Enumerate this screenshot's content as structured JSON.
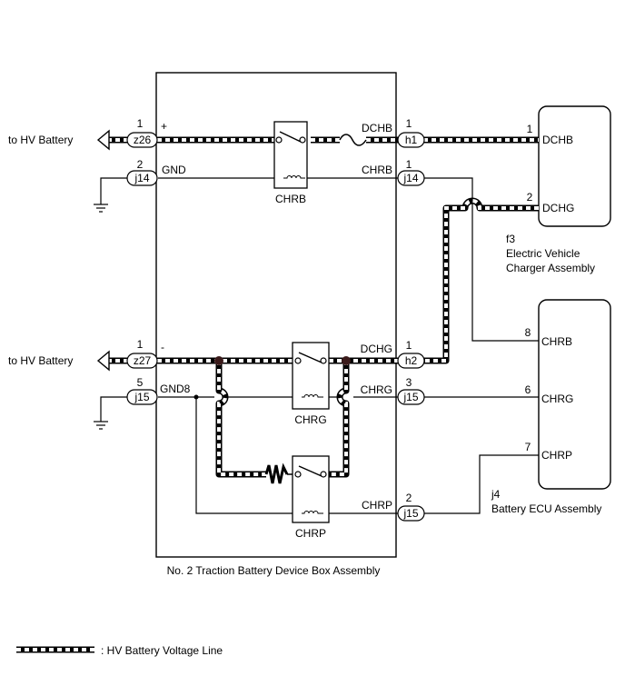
{
  "left_terminals": {
    "top": {
      "label": "to HV Battery",
      "pin": "1",
      "conn": "z26",
      "signal": "+"
    },
    "gnd_top": {
      "pin": "2",
      "conn": "j14",
      "signal": "GND"
    },
    "bottom": {
      "label": "to HV Battery",
      "pin": "1",
      "conn": "z27",
      "signal": "-"
    },
    "gnd_bottom": {
      "pin": "5",
      "conn": "j15",
      "signal": "GND8"
    }
  },
  "relays": {
    "chrb": "CHRB",
    "chrg": "CHRG",
    "chrp": "CHRP"
  },
  "device_box": {
    "name": "No. 2 Traction Battery Device Box Assembly",
    "right_pins": [
      {
        "signal": "DCHB",
        "pin": "1",
        "conn": "h1"
      },
      {
        "signal": "CHRB",
        "pin": "1",
        "conn": "j14"
      },
      {
        "signal": "DCHG",
        "pin": "1",
        "conn": "h2"
      },
      {
        "signal": "CHRG",
        "pin": "3",
        "conn": "j15"
      },
      {
        "signal": "CHRP",
        "pin": "2",
        "conn": "j15"
      }
    ]
  },
  "charger": {
    "code": "f3",
    "name_line1": "Electric Vehicle",
    "name_line2": "Charger Assembly",
    "pins": [
      {
        "pin": "1",
        "signal": "DCHB"
      },
      {
        "pin": "2",
        "signal": "DCHG"
      }
    ]
  },
  "ecu": {
    "code": "j4",
    "name": "Battery ECU Assembly",
    "pins": [
      {
        "pin": "8",
        "signal": "CHRB"
      },
      {
        "pin": "6",
        "signal": "CHRG"
      },
      {
        "pin": "7",
        "signal": "CHRP"
      }
    ]
  },
  "legend": {
    "text": ": HV Battery Voltage Line"
  }
}
